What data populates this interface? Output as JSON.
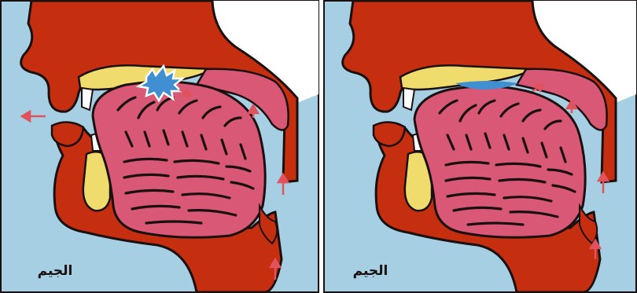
{
  "panels": [
    {
      "label": "الجيم",
      "stage": "closure",
      "arrows": true,
      "burst": true
    },
    {
      "label": "الجيم",
      "stage": "release",
      "arrows": true,
      "burst": false
    }
  ],
  "colors": {
    "air": "#a6cfe4",
    "flesh": "#c62e10",
    "tongue": "#d95875",
    "bone": "#f0dc6c",
    "tooth": "#ffffff",
    "outline": "#1a1010",
    "burst": "#3f8fd2",
    "arrow": "#e0525c"
  }
}
